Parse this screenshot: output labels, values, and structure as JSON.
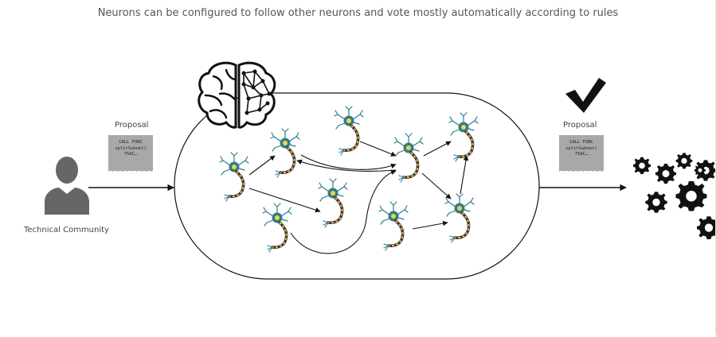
{
  "caption": "Neurons can be configured to follow other neurons and vote mostly automatically according to rules",
  "left": {
    "community_label": "Technical Community",
    "proposal_label": "Proposal",
    "proposal_lines": [
      "CALL FUNC",
      "splitSubnet(",
      "75AC…"
    ]
  },
  "right": {
    "proposal_label": "Proposal",
    "proposal_lines": [
      "CALL FUNC",
      "splitSubnet(",
      "75AC…"
    ]
  },
  "icons": {
    "person": "user-silhouette-icon",
    "brain": "brain-network-icon",
    "check": "checkmark-icon",
    "gears": "gears-icon",
    "neuron": "neuron-icon"
  },
  "colors": {
    "neuron_body": "#2e7d8c",
    "neuron_nucleus": "#f2d53c",
    "axon_segment": "#e9a84b",
    "stroke": "#111111",
    "document": "#a8a8a8",
    "person": "#666666"
  },
  "neuron_count": 9
}
